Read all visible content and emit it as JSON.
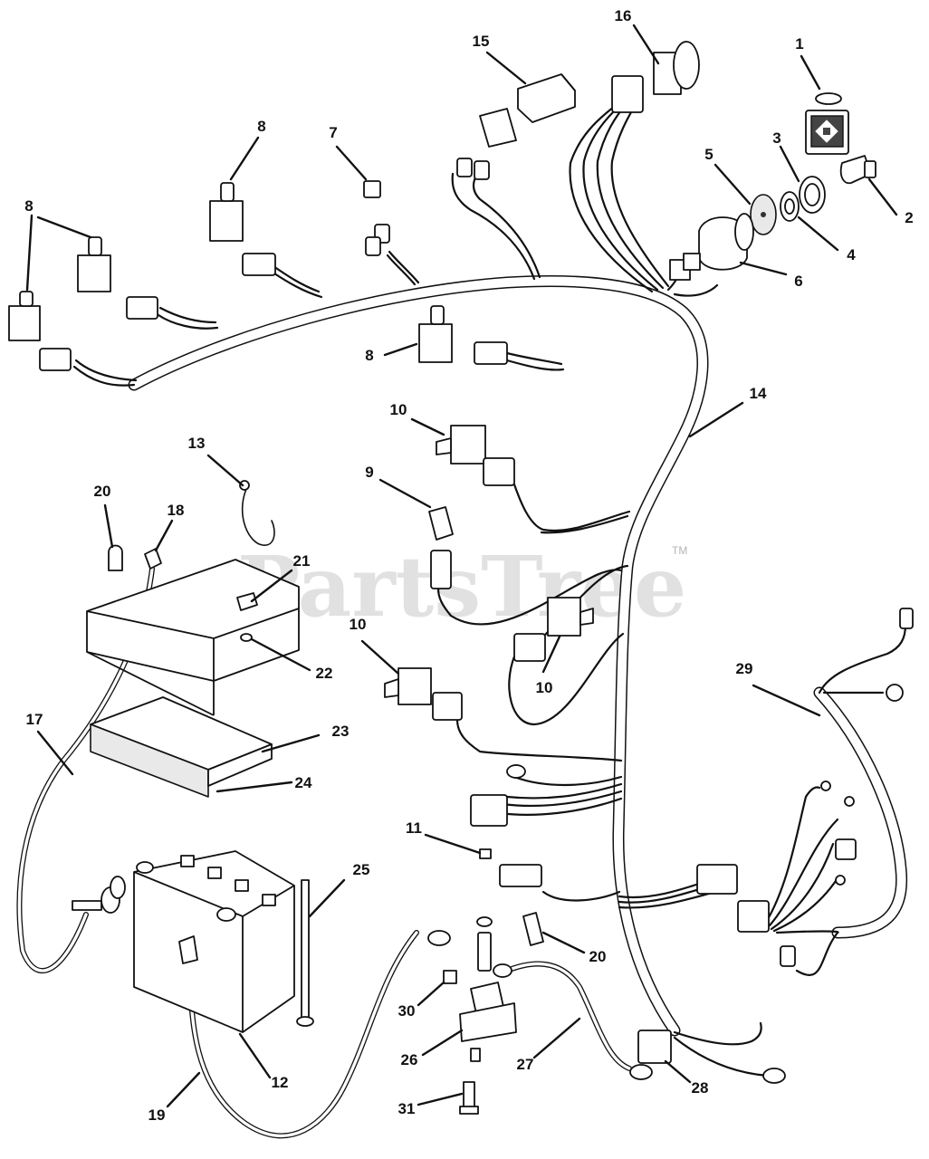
{
  "watermark": {
    "text": "PartsTree",
    "trademark": "TM"
  },
  "callouts": {
    "c1": "1",
    "c2": "2",
    "c3": "3",
    "c4": "4",
    "c5": "5",
    "c6": "6",
    "c7": "7",
    "c8a": "8",
    "c8b": "8",
    "c8c": "8",
    "c9": "9",
    "c10a": "10",
    "c10b": "10",
    "c10c": "10",
    "c11": "11",
    "c12": "12",
    "c13": "13",
    "c14": "14",
    "c15": "15",
    "c16": "16",
    "c17": "17",
    "c18": "18",
    "c19": "19",
    "c20a": "20",
    "c20b": "20",
    "c21": "21",
    "c22": "22",
    "c23": "23",
    "c24": "24",
    "c25": "25",
    "c26": "26",
    "c27": "27",
    "c28": "28",
    "c29": "29",
    "c30": "30",
    "c31": "31"
  }
}
